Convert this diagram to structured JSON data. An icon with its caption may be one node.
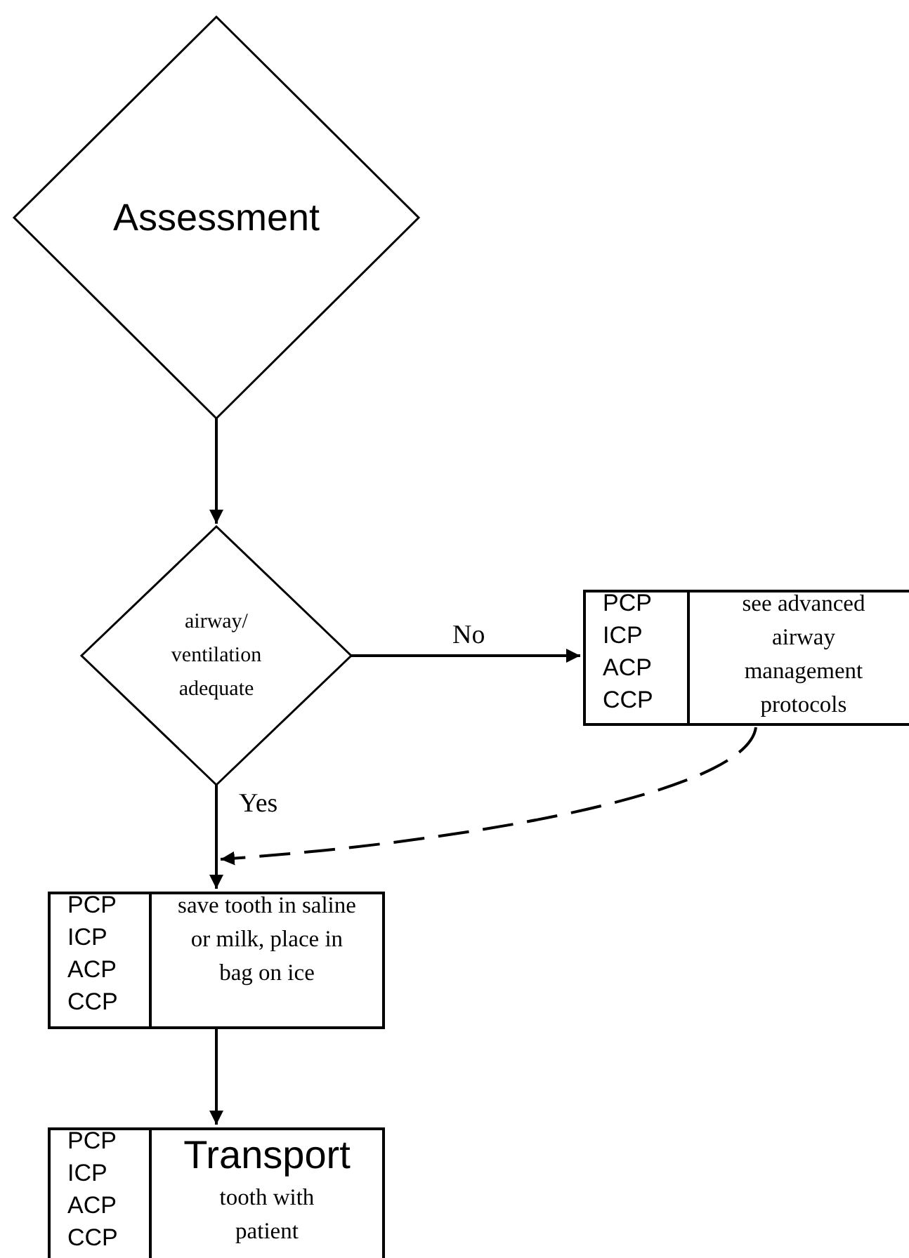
{
  "diagram": {
    "nodes": [
      {
        "text": [
          "Assessment"
        ]
      },
      {
        "text": [
          "airway/ ventilation adequate"
        ]
      },
      {
        "text": [
          "PCP ICP ACP CCP",
          "see advanced airway management protocols"
        ]
      },
      {
        "text": [
          "PCP ICP ACP CCP",
          "save tooth in saline or milk, place in bag on ice"
        ]
      },
      {
        "text": [
          "PCP ICP ACP CCP",
          "Transport",
          "tooth with patient"
        ]
      }
    ],
    "edges": [
      {
        "from": 0,
        "to": 1,
        "arrow": "to"
      },
      {
        "from": 1,
        "to": 2,
        "arrow": "to",
        "label": "No"
      },
      {
        "from": 1,
        "to": 3,
        "arrow": "to",
        "label": "Yes"
      },
      {
        "from": 2,
        "to": 3,
        "arrow": "to",
        "style": "dashed"
      },
      {
        "from": 3,
        "to": 4,
        "arrow": "to"
      }
    ]
  }
}
